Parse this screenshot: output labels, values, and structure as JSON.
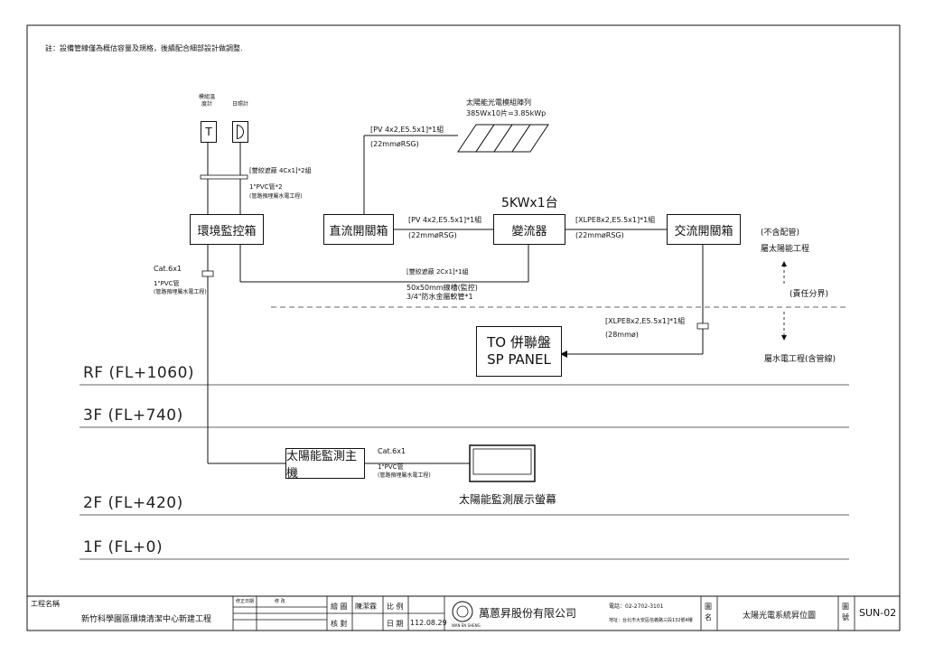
{
  "note": "註：設備管線僅為概估容量及規格，後續配合細部設計做調整.",
  "sensors": {
    "temp_label": "模組溫度計",
    "temp_symbol": "T",
    "irr_label": "日照計"
  },
  "pv_array": {
    "title": "太陽能光電模組陣列",
    "spec": "385Wx10片=3.85kWp"
  },
  "cables": {
    "pv_top": "[PV 4x2,E5.5x1]*1組",
    "pv_top_conduit": "(22mmøRSG)",
    "signal_top": "[雙絞遮蔽 4Cx1]*2組",
    "signal_top_conduit": "1\"PVC管*2",
    "signal_top_note": "(管路預埋屬水電工程)",
    "dc_inv": "[PV 4x2,E5.5x1]*1組",
    "dc_inv_conduit": "(22mmøRSG)",
    "inv_ac": "[XLPE8x2,E5.5x1]*1組",
    "inv_ac_conduit": "(22mmøRSG)",
    "signal_mid": "[雙絞遮蔽 2Cx1]*1組",
    "tray": "50x50mm線槽(監控)",
    "flex": "3/4\"防水金屬軟管*1",
    "cat6_left": "Cat.6x1",
    "cat6_left_conduit": "1\"PVC管",
    "cat6_left_note": "(管路預埋屬水電工程)",
    "ac_sp": "[XLPE8x2,E5.5x1]*1組",
    "ac_sp_conduit": "(28mmø)",
    "cat6_bottom": "Cat.6x1",
    "cat6_bottom_conduit": "1\"PVC管",
    "cat6_bottom_note": "(管路預埋屬水電工程)"
  },
  "boxes": {
    "env": "環境監控箱",
    "dc": "直流開關箱",
    "inverter": "變流器",
    "inverter_title": "5KWx1台",
    "ac": "交流開關箱",
    "sp_line1": "TO  併聯盤",
    "sp_line2": "SP PANEL",
    "monitor_host": "太陽能監測主機",
    "display": "太陽能監測展示螢幕"
  },
  "scope": {
    "no_pipe": "(不含配管)",
    "solar": "屬太陽能工程",
    "boundary": "(責任分界)",
    "plumbing": "屬水電工程(含管線)"
  },
  "floors": [
    "RF (FL+1060)",
    "3F (FL+740)",
    "2F (FL+420)",
    "1F (FL+0)"
  ],
  "title_block": {
    "project_label": "工程名稱",
    "project_name": "新竹科學園區環境清潔中心新建工程",
    "rev_date": "修正日期",
    "rev_content": "修    改",
    "drawn_label": "繪 圖",
    "drawn_name": "陳潔霖",
    "check_label": "核 對",
    "scale_label": "比 例",
    "date_label": "日 期",
    "date_value": "112.08.29",
    "company": "萬蒽昇股份有限公司",
    "company_en": "WAN EN SHENG",
    "phone": "電話：02-2702-3101",
    "address": "地址：台北市大安區信義路三段132號4樓",
    "drawing_name_label": "圖名",
    "drawing_name": "太陽光電系統昇位圖",
    "drawing_no_label": "圖號",
    "drawing_no": "SUN-02"
  }
}
